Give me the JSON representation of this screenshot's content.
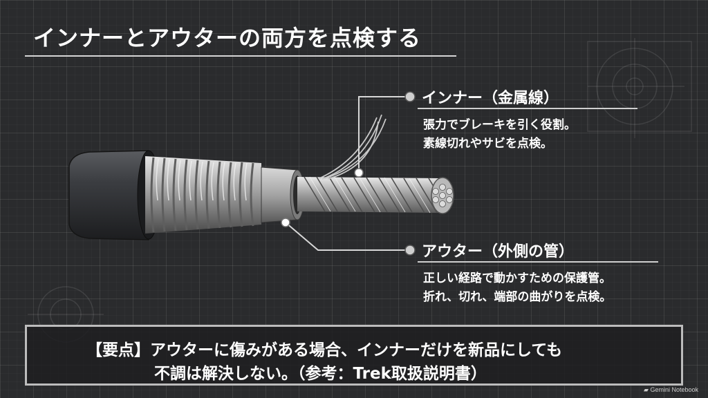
{
  "title": "インナーとアウターの両方を点検する",
  "inner": {
    "heading": "インナー（金属線）",
    "line1": "張力でブレーキを引く役割。",
    "line2": "素線切れやサビを点検。"
  },
  "outer": {
    "heading": "アウター（外側の管）",
    "line1": "正しい経路で動かすための保護管。",
    "line2": "折れ、切れ、端部の曲がりを点検。"
  },
  "summary": {
    "line1": "【要点】アウターに傷みがある場合、インナーだけを新品にしても",
    "line2": "不調は解決しない。（参考：Trek取扱説明書）"
  },
  "brand": "Gemini Notebook"
}
